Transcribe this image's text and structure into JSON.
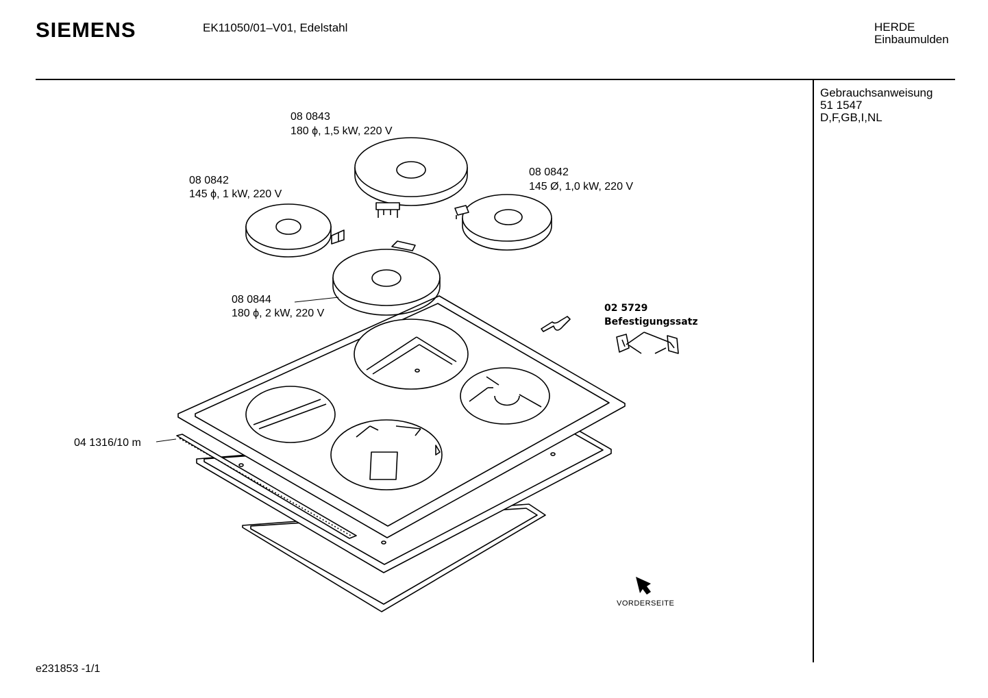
{
  "header": {
    "brand": "SIEMENS",
    "model": "EK11050/01–V01, Edelstahl",
    "category_line1": "HERDE",
    "category_line2": "Einbaumulden"
  },
  "documents": {
    "line1": "Gebrauchsanweisung",
    "line2": "51 1547",
    "line3": "D,F,GB,I,NL"
  },
  "parts": {
    "p_080843": {
      "number": "08 0843",
      "spec": "180 ϕ, 1,5 kW, 220 V"
    },
    "p_080842_left": {
      "number": "08 0842",
      "spec": "145 ϕ, 1 kW, 220 V"
    },
    "p_080842_right": {
      "number": "08 0842",
      "spec": "145 Ø, 1,0 kW, 220 V"
    },
    "p_080844": {
      "number": "08 0844",
      "spec": "180 ϕ, 2 kW, 220 V"
    },
    "p_025729": {
      "number": "02 5729",
      "name": "Befestigungssatz"
    },
    "p_041316": {
      "number": "04 1316/10 m"
    }
  },
  "orientation_label": "VORDERSEITE",
  "footer": {
    "doc_id": "e231853 -1/1"
  }
}
